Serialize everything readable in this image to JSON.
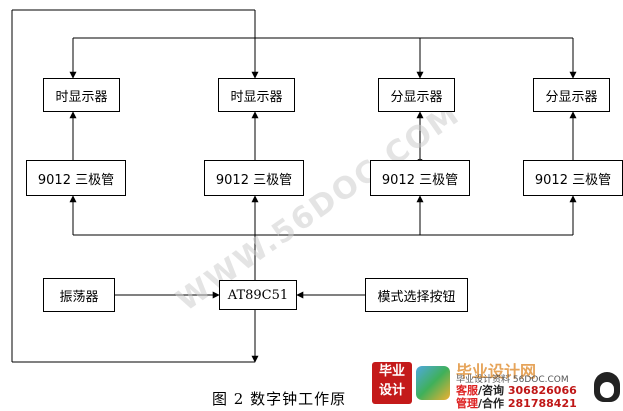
{
  "diagram": {
    "displays": [
      "时显示器",
      "时显示器",
      "分显示器",
      "分显示器"
    ],
    "transistors": [
      "9012 三极管",
      "9012 三极管",
      "9012 三极管",
      "9012 三极管"
    ],
    "oscillator": "振荡器",
    "mcu": "AT89C51",
    "mode_button": "模式选择按钮"
  },
  "caption": "图 2  数字钟工作原",
  "watermark": "WWW.56DOC.COM",
  "logo": {
    "seal_line1": "毕业",
    "seal_line2": "设计",
    "title": "毕业设计网",
    "subtitle": "毕业设计资料 56DOC.COM",
    "row1_label_a": "客服",
    "row1_label_b": "/咨询",
    "row1_number": "306826066",
    "row2_label_a": "管理",
    "row2_label_b": "/合作",
    "row2_number": "281788421"
  }
}
